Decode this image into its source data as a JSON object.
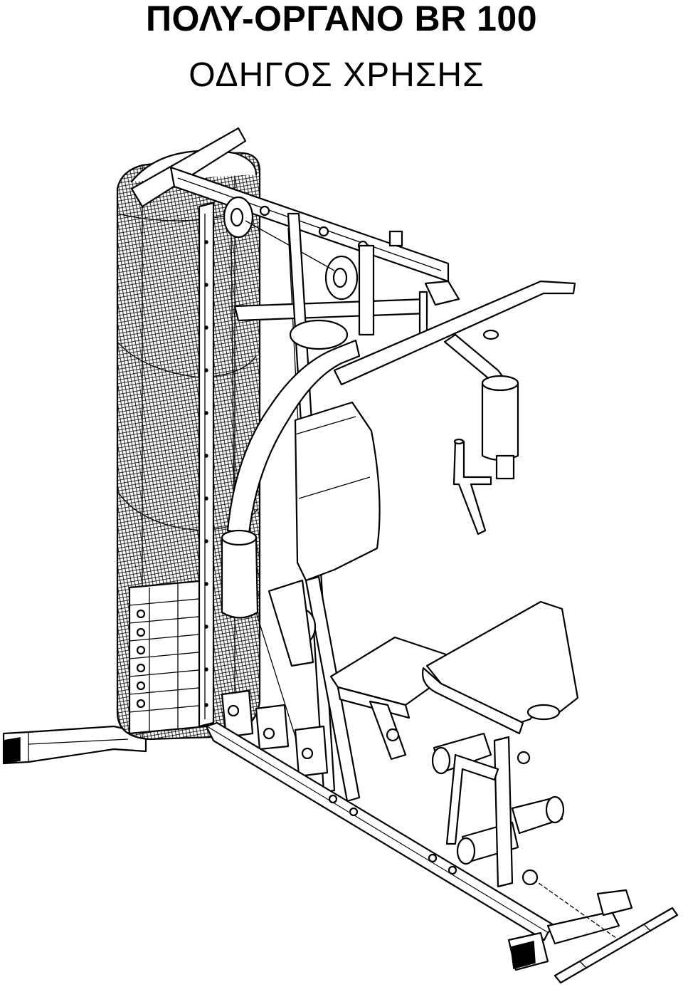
{
  "document": {
    "title": "ΠΟΛΥ-ΟΡΓΑΝΟ BR 100",
    "subtitle": "ΟΔΗΓΟΣ ΧΡΗΣΗΣ"
  },
  "illustration": {
    "subject": "multi-gym",
    "style": "black line drawing"
  }
}
